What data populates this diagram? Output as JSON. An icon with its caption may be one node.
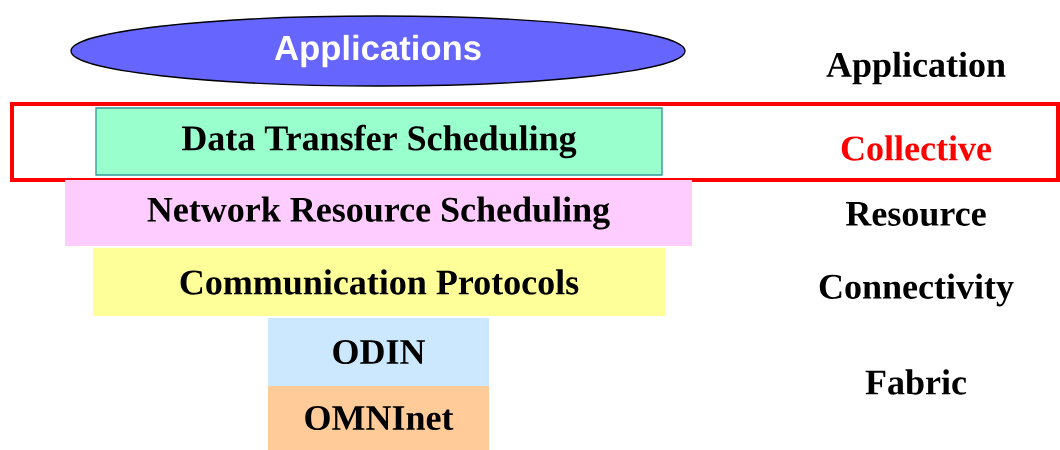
{
  "diagram": {
    "nodes": [
      {
        "text": [
          "Applications"
        ]
      },
      {
        "text": [
          "Collective"
        ]
      },
      {
        "text": [
          "Data Transfer Scheduling"
        ],
        "in": 1
      },
      {
        "text": [
          "Network Resource Scheduling"
        ]
      },
      {
        "text": [
          "Communication Protocols"
        ]
      },
      {
        "text": [
          "ODIN"
        ]
      },
      {
        "text": [
          "OMNInet"
        ]
      }
    ],
    "labels": [
      "Application",
      "Resource",
      "Connectivity",
      "Fabric"
    ]
  }
}
